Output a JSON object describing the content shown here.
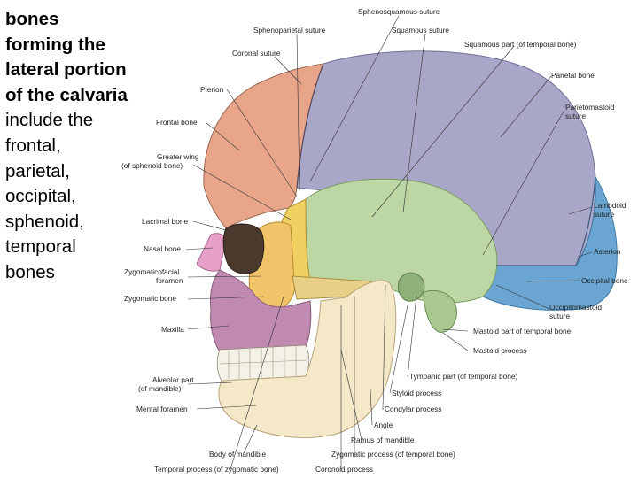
{
  "slide": {
    "heading_lines": [
      "bones",
      "forming the",
      "lateral portion",
      "of the calvaria"
    ],
    "body_lines": [
      "include the",
      "frontal,",
      "parietal,",
      "occipital,",
      "sphenoid,",
      "temporal",
      "bones"
    ]
  },
  "figure": {
    "labels": {
      "sphenosquamous_suture": "Sphenosquamous suture",
      "sphenoparietal_suture": "Sphenoparietal suture",
      "squamous_suture": "Squamous suture",
      "coronal_suture": "Coronal suture",
      "squamous_part_temporal": "Squamous part (of temporal bone)",
      "pterion": "Pterion",
      "parietal_bone": "Parietal bone",
      "parietomastoid_suture_1": "Parietomastoid",
      "parietomastoid_suture_2": "suture",
      "frontal_bone": "Frontal bone",
      "greater_wing_1": "Greater wing",
      "greater_wing_2": "(of sphenoid bone)",
      "lacrimal_bone": "Lacrimal bone",
      "lambdoid_suture_1": "Lambdoid",
      "lambdoid_suture_2": "suture",
      "nasal_bone": "Nasal bone",
      "asterion": "Asterion",
      "zygomaticofacial_foramen_1": "Zygomaticofacial",
      "zygomaticofacial_foramen_2": "foramen",
      "occipital_bone": "Occipital bone",
      "zygomatic_bone": "Zygomatic bone",
      "occipitomastoid_suture_1": "Occipitomastoid",
      "occipitomastoid_suture_2": "suture",
      "maxilla": "Maxilla",
      "mastoid_part_temporal": "Mastoid part of temporal bone",
      "mastoid_process": "Mastoid process",
      "alveolar_part_1": "Alveolar part",
      "alveolar_part_2": "(of mandible)",
      "tympanic_part": "Tympanic part (of temporal bone)",
      "styloid_process": "Styloid process",
      "mental_foramen": "Mental foramen",
      "condylar_process": "Condylar process",
      "angle": "Angle",
      "ramus_of_mandible": "Ramus of mandible",
      "body_of_mandible": "Body of mandible",
      "zygomatic_process": "Zygomatic process (of temporal bone)",
      "temporal_process": "Temporal process (of zygomatic bone)",
      "coronoid_process": "Coronoid process"
    }
  }
}
